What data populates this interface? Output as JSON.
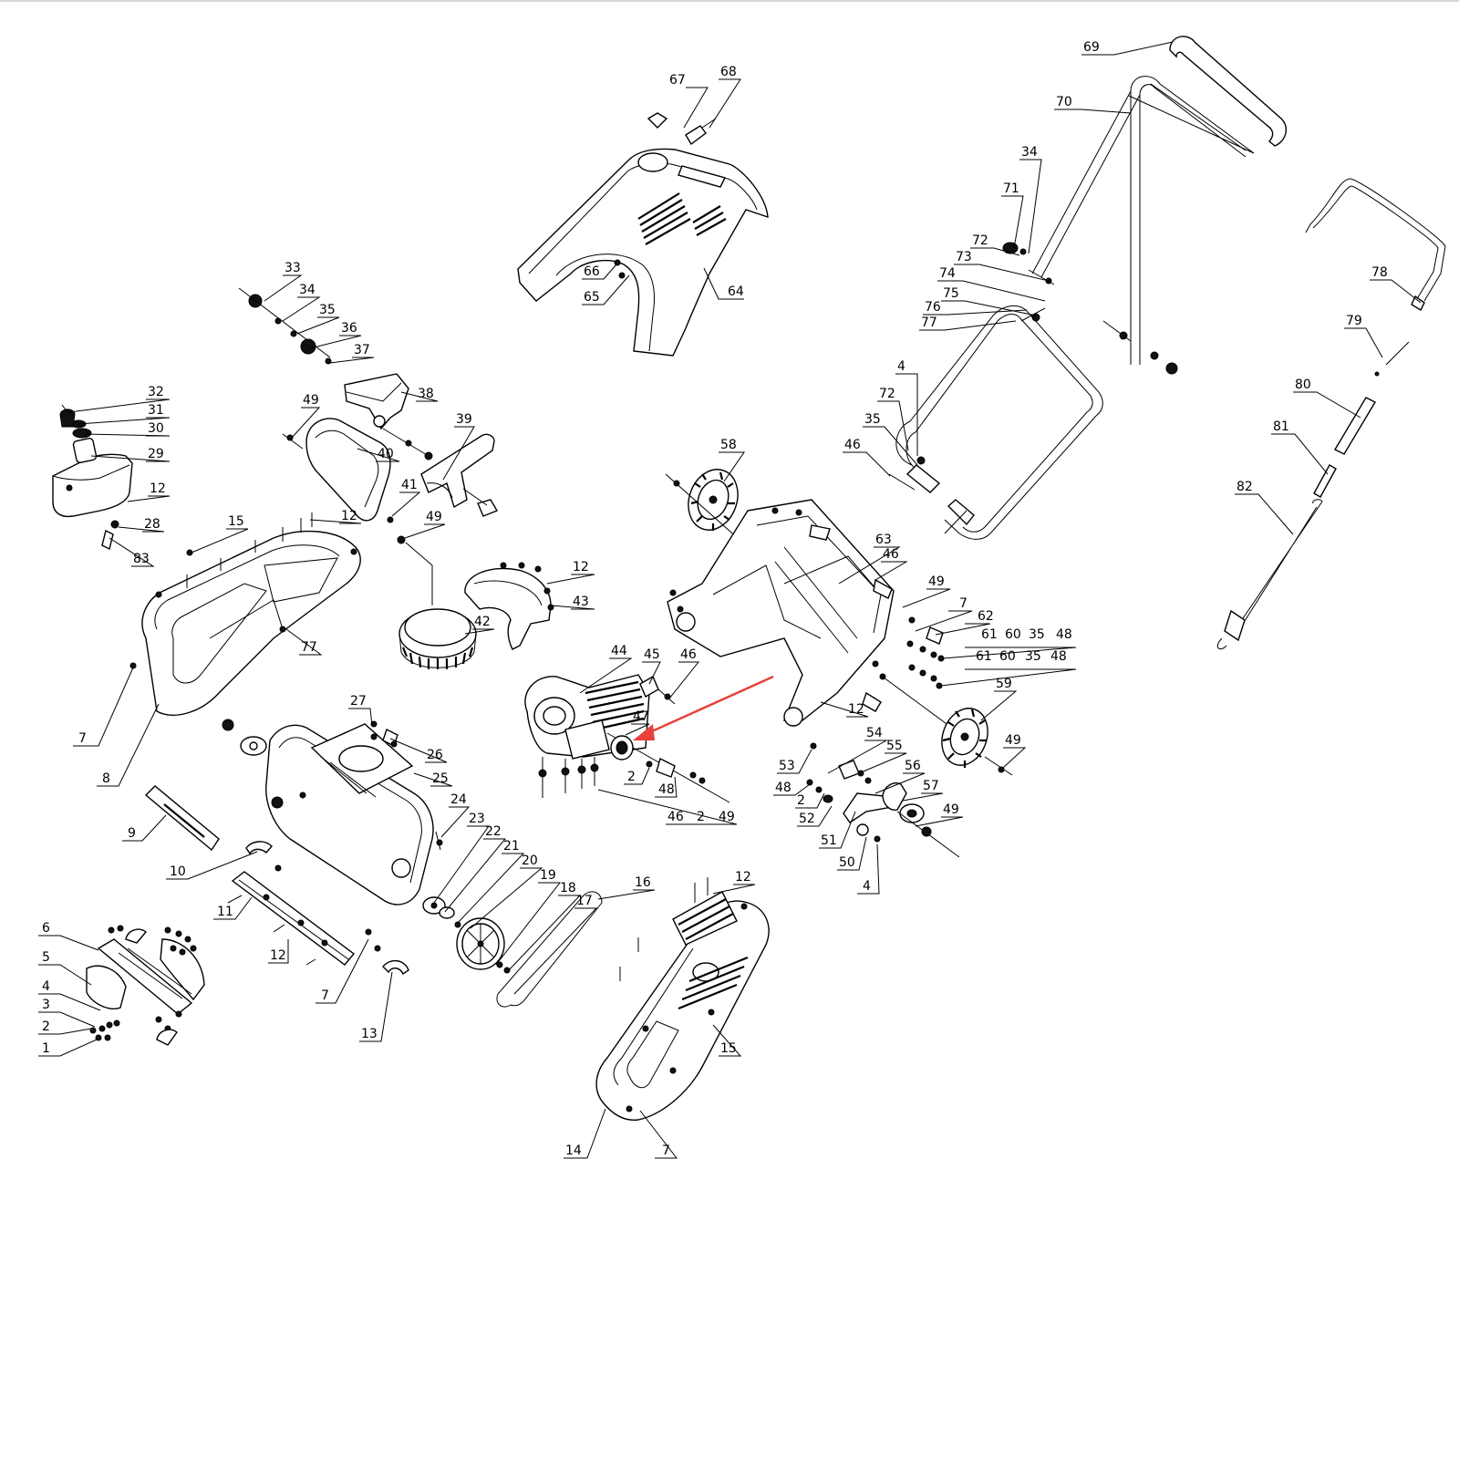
{
  "diagram": {
    "accent_color": "#e8413a",
    "callouts": [
      {
        "id": "c69",
        "text": "69"
      },
      {
        "id": "c70",
        "text": "70"
      },
      {
        "id": "c67",
        "text": "67"
      },
      {
        "id": "c68",
        "text": "68"
      },
      {
        "id": "c34a",
        "text": "34"
      },
      {
        "id": "c71",
        "text": "71"
      },
      {
        "id": "c72a",
        "text": "72"
      },
      {
        "id": "c73",
        "text": "73"
      },
      {
        "id": "c74",
        "text": "74"
      },
      {
        "id": "c75",
        "text": "75"
      },
      {
        "id": "c76",
        "text": "76"
      },
      {
        "id": "c77a",
        "text": "77"
      },
      {
        "id": "c78",
        "text": "78"
      },
      {
        "id": "c79",
        "text": "79"
      },
      {
        "id": "c80",
        "text": "80"
      },
      {
        "id": "c81",
        "text": "81"
      },
      {
        "id": "c82",
        "text": "82"
      },
      {
        "id": "c66",
        "text": "66"
      },
      {
        "id": "c65",
        "text": "65"
      },
      {
        "id": "c64",
        "text": "64"
      },
      {
        "id": "c33",
        "text": "33"
      },
      {
        "id": "c34b",
        "text": "34"
      },
      {
        "id": "c35a",
        "text": "35"
      },
      {
        "id": "c36",
        "text": "36"
      },
      {
        "id": "c37",
        "text": "37"
      },
      {
        "id": "c38",
        "text": "38"
      },
      {
        "id": "c32",
        "text": "32"
      },
      {
        "id": "c31",
        "text": "31"
      },
      {
        "id": "c30",
        "text": "30"
      },
      {
        "id": "c29",
        "text": "29"
      },
      {
        "id": "c12a",
        "text": "12"
      },
      {
        "id": "c28",
        "text": "28"
      },
      {
        "id": "c83",
        "text": "83"
      },
      {
        "id": "c49a",
        "text": "49"
      },
      {
        "id": "c40",
        "text": "40"
      },
      {
        "id": "c39",
        "text": "39"
      },
      {
        "id": "c41",
        "text": "41"
      },
      {
        "id": "c49b",
        "text": "49"
      },
      {
        "id": "c15a",
        "text": "15"
      },
      {
        "id": "c12b",
        "text": "12"
      },
      {
        "id": "c12c",
        "text": "12"
      },
      {
        "id": "c43",
        "text": "43"
      },
      {
        "id": "c42",
        "text": "42"
      },
      {
        "id": "c77b",
        "text": "77"
      },
      {
        "id": "c7a",
        "text": "7"
      },
      {
        "id": "c8",
        "text": "8"
      },
      {
        "id": "c4a",
        "text": "4"
      },
      {
        "id": "c72b",
        "text": "72"
      },
      {
        "id": "c35b",
        "text": "35"
      },
      {
        "id": "c46a",
        "text": "46"
      },
      {
        "id": "c58",
        "text": "58"
      },
      {
        "id": "c63",
        "text": "63"
      },
      {
        "id": "c46b",
        "text": "46"
      },
      {
        "id": "c49c",
        "text": "49"
      },
      {
        "id": "c7b",
        "text": "7"
      },
      {
        "id": "c62",
        "text": "62"
      },
      {
        "id": "c61a",
        "text": "61"
      },
      {
        "id": "c60a",
        "text": "60"
      },
      {
        "id": "c35c",
        "text": "35"
      },
      {
        "id": "c48a",
        "text": "48"
      },
      {
        "id": "c61b",
        "text": "61"
      },
      {
        "id": "c60b",
        "text": "60"
      },
      {
        "id": "c35d",
        "text": "35"
      },
      {
        "id": "c48b",
        "text": "48"
      },
      {
        "id": "c44",
        "text": "44"
      },
      {
        "id": "c45",
        "text": "45"
      },
      {
        "id": "c46c",
        "text": "46"
      },
      {
        "id": "c47",
        "text": "47"
      },
      {
        "id": "c2a",
        "text": "2"
      },
      {
        "id": "c48c",
        "text": "48"
      },
      {
        "id": "c46d",
        "text": "46"
      },
      {
        "id": "c2b",
        "text": "2"
      },
      {
        "id": "c49d",
        "text": "49"
      },
      {
        "id": "c59",
        "text": "59"
      },
      {
        "id": "c12d",
        "text": "12"
      },
      {
        "id": "c53",
        "text": "53"
      },
      {
        "id": "c54",
        "text": "54"
      },
      {
        "id": "c55",
        "text": "55"
      },
      {
        "id": "c56",
        "text": "56"
      },
      {
        "id": "c57",
        "text": "57"
      },
      {
        "id": "c49e",
        "text": "49"
      },
      {
        "id": "c48d",
        "text": "48"
      },
      {
        "id": "c2c",
        "text": "2"
      },
      {
        "id": "c52",
        "text": "52"
      },
      {
        "id": "c51",
        "text": "51"
      },
      {
        "id": "c50",
        "text": "50"
      },
      {
        "id": "c4b",
        "text": "4"
      },
      {
        "id": "c49f",
        "text": "49"
      },
      {
        "id": "c27",
        "text": "27"
      },
      {
        "id": "c26",
        "text": "26"
      },
      {
        "id": "c25",
        "text": "25"
      },
      {
        "id": "c24",
        "text": "24"
      },
      {
        "id": "c23",
        "text": "23"
      },
      {
        "id": "c22",
        "text": "22"
      },
      {
        "id": "c21",
        "text": "21"
      },
      {
        "id": "c20",
        "text": "20"
      },
      {
        "id": "c19",
        "text": "19"
      },
      {
        "id": "c18",
        "text": "18"
      },
      {
        "id": "c17",
        "text": "17"
      },
      {
        "id": "c16",
        "text": "16"
      },
      {
        "id": "c9",
        "text": "9"
      },
      {
        "id": "c10",
        "text": "10"
      },
      {
        "id": "c11",
        "text": "11"
      },
      {
        "id": "c12e",
        "text": "12"
      },
      {
        "id": "c7c",
        "text": "7"
      },
      {
        "id": "c13",
        "text": "13"
      },
      {
        "id": "c6",
        "text": "6"
      },
      {
        "id": "c5",
        "text": "5"
      },
      {
        "id": "c4c",
        "text": "4"
      },
      {
        "id": "c3",
        "text": "3"
      },
      {
        "id": "c2d",
        "text": "2"
      },
      {
        "id": "c1",
        "text": "1"
      },
      {
        "id": "c12f",
        "text": "12"
      },
      {
        "id": "c15b",
        "text": "15"
      },
      {
        "id": "c14",
        "text": "14"
      },
      {
        "id": "c7d",
        "text": "7"
      }
    ]
  }
}
